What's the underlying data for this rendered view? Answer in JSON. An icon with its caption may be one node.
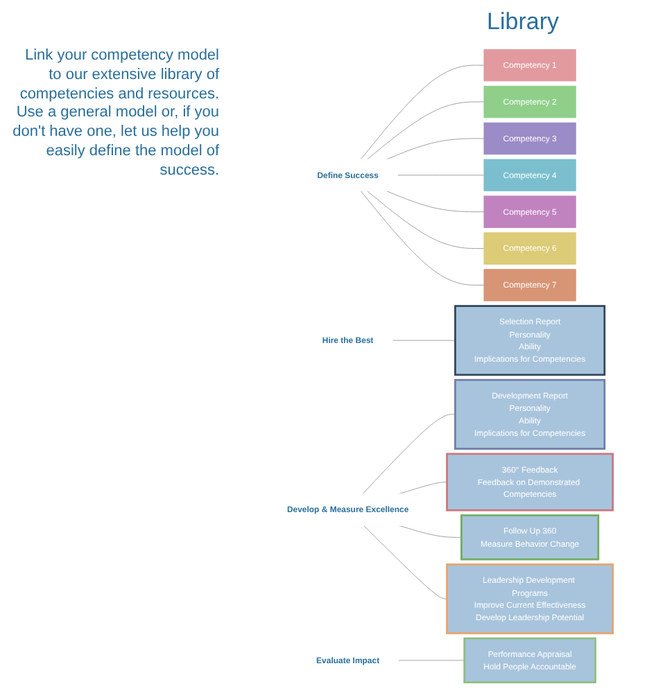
{
  "diagram": {
    "title": "Library",
    "nodes": [
      {
        "text": [
          "Define Success"
        ]
      },
      {
        "text": [
          "Competency 1"
        ]
      },
      {
        "text": [
          "Competency 2"
        ]
      },
      {
        "text": [
          "Competency 3"
        ]
      },
      {
        "text": [
          "Competency 4"
        ]
      },
      {
        "text": [
          "Competency 5"
        ]
      },
      {
        "text": [
          "Competency 6"
        ]
      },
      {
        "text": [
          "Competency 7"
        ]
      },
      {
        "text": [
          "Hire the Best"
        ]
      },
      {
        "text": [
          "Selection Report",
          "Personality",
          "Ability",
          "Implications for Competencies"
        ]
      },
      {
        "text": [
          "Develop & Measure Excellence"
        ]
      },
      {
        "text": [
          "Development Report",
          "Personality",
          "Ability",
          "Implications for Competencies"
        ]
      },
      {
        "text": [
          "360° Feedback",
          "Feedback on Demonstrated Competencies"
        ]
      },
      {
        "text": [
          "Follow Up 360",
          "Measure Behavior Change"
        ]
      },
      {
        "text": [
          "Leadership Development Programs",
          "Improve Current Effectiveness",
          "Develop Leadership Potential"
        ]
      },
      {
        "text": [
          "Evaluate Impact"
        ]
      },
      {
        "text": [
          "Performance Appraisal",
          "Hold People Accountable"
        ]
      }
    ],
    "edges": [
      {
        "from": 0,
        "to": 1,
        "arrow": "none"
      },
      {
        "from": 0,
        "to": 2,
        "arrow": "none"
      },
      {
        "from": 0,
        "to": 3,
        "arrow": "none"
      },
      {
        "from": 0,
        "to": 4,
        "arrow": "none"
      },
      {
        "from": 0,
        "to": 5,
        "arrow": "none"
      },
      {
        "from": 0,
        "to": 6,
        "arrow": "none"
      },
      {
        "from": 0,
        "to": 7,
        "arrow": "none"
      },
      {
        "from": 8,
        "to": 9,
        "arrow": "none"
      },
      {
        "from": 10,
        "to": 11,
        "arrow": "none"
      },
      {
        "from": 10,
        "to": 12,
        "arrow": "none"
      },
      {
        "from": 10,
        "to": 13,
        "arrow": "none"
      },
      {
        "from": 10,
        "to": 14,
        "arrow": "none"
      },
      {
        "from": 15,
        "to": 16,
        "arrow": "none"
      }
    ],
    "labels": [
      "Link your competency model to our extensive library of competencies and resources.  Use a general model or, if you don't have one, let us help you easily define the model of success."
    ]
  }
}
